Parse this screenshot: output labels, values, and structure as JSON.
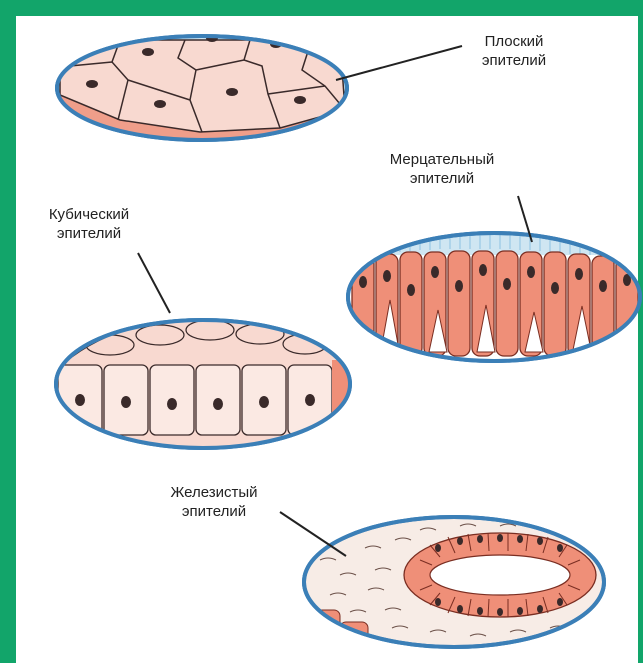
{
  "colors": {
    "frame": "#12a56a",
    "background": "#ffffff",
    "capsule_border": "#3b7fb7",
    "capsule_fill": "#cfe6f2",
    "cell_pale": "#f8d9d0",
    "cell_salmon": "#ef8f78",
    "nucleus": "#3a2a2a"
  },
  "labels": {
    "squamous": [
      "Плоский",
      "эпителий"
    ],
    "ciliated": [
      "Мерцательный",
      "эпителий"
    ],
    "cuboidal": [
      "Кубический",
      "эпителий"
    ],
    "glandular": [
      "Железистый",
      "эпителий"
    ]
  }
}
